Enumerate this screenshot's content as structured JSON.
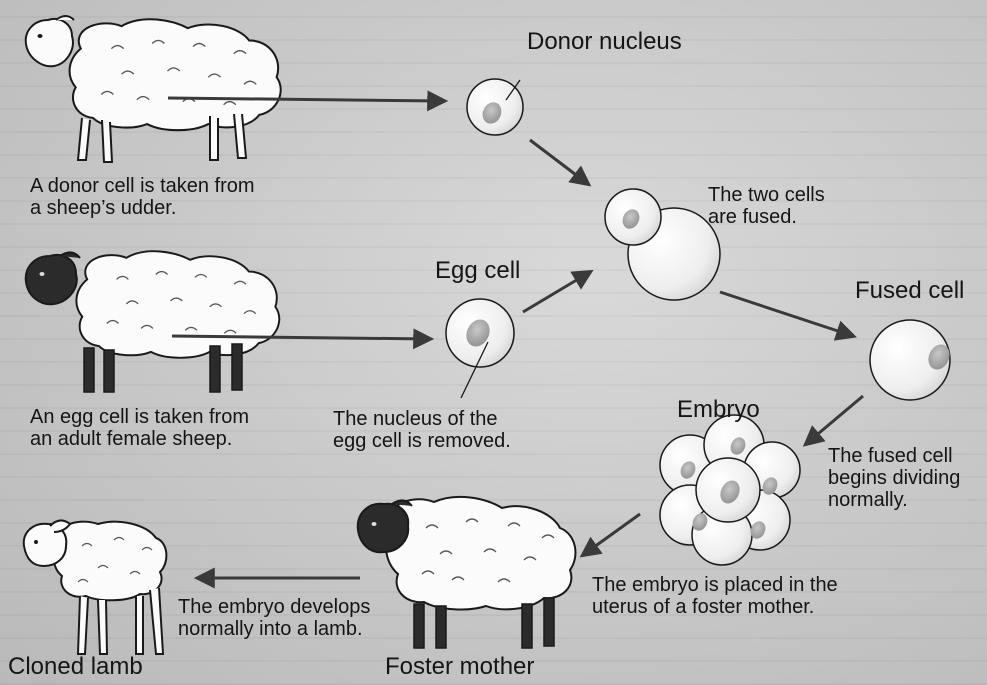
{
  "labels": {
    "donor_nucleus": "Donor nucleus",
    "egg_cell": "Egg cell",
    "fused_cell": "Fused cell",
    "embryo": "Embryo",
    "cloned_lamb": "Cloned lamb",
    "foster_mother": "Foster mother"
  },
  "captions": {
    "donor_line1": "A donor cell is taken from",
    "donor_line2": "a sheep’s udder.",
    "egg_line1": "An egg cell is taken from",
    "egg_line2": "an adult female sheep.",
    "nucleus_line1": "The nucleus of the",
    "nucleus_line2": "egg cell is removed.",
    "fused_line1": "The two cells",
    "fused_line2": "are fused.",
    "dividing_line1": "The fused cell",
    "dividing_line2": "begins dividing",
    "dividing_line3": "normally.",
    "placed_line1": "The embryo is placed in the",
    "placed_line2": "uterus of a foster mother.",
    "develops_line1": "The embryo develops",
    "develops_line2": "normally into a lamb."
  },
  "colors": {
    "wool": "#fbfbfb",
    "outline": "#1a1a1a",
    "dark_face": "#2b2b2b",
    "cell_fill": "#f2f2f2",
    "nucleus": "#a8a8a8",
    "arrow": "#3a3a3a"
  }
}
